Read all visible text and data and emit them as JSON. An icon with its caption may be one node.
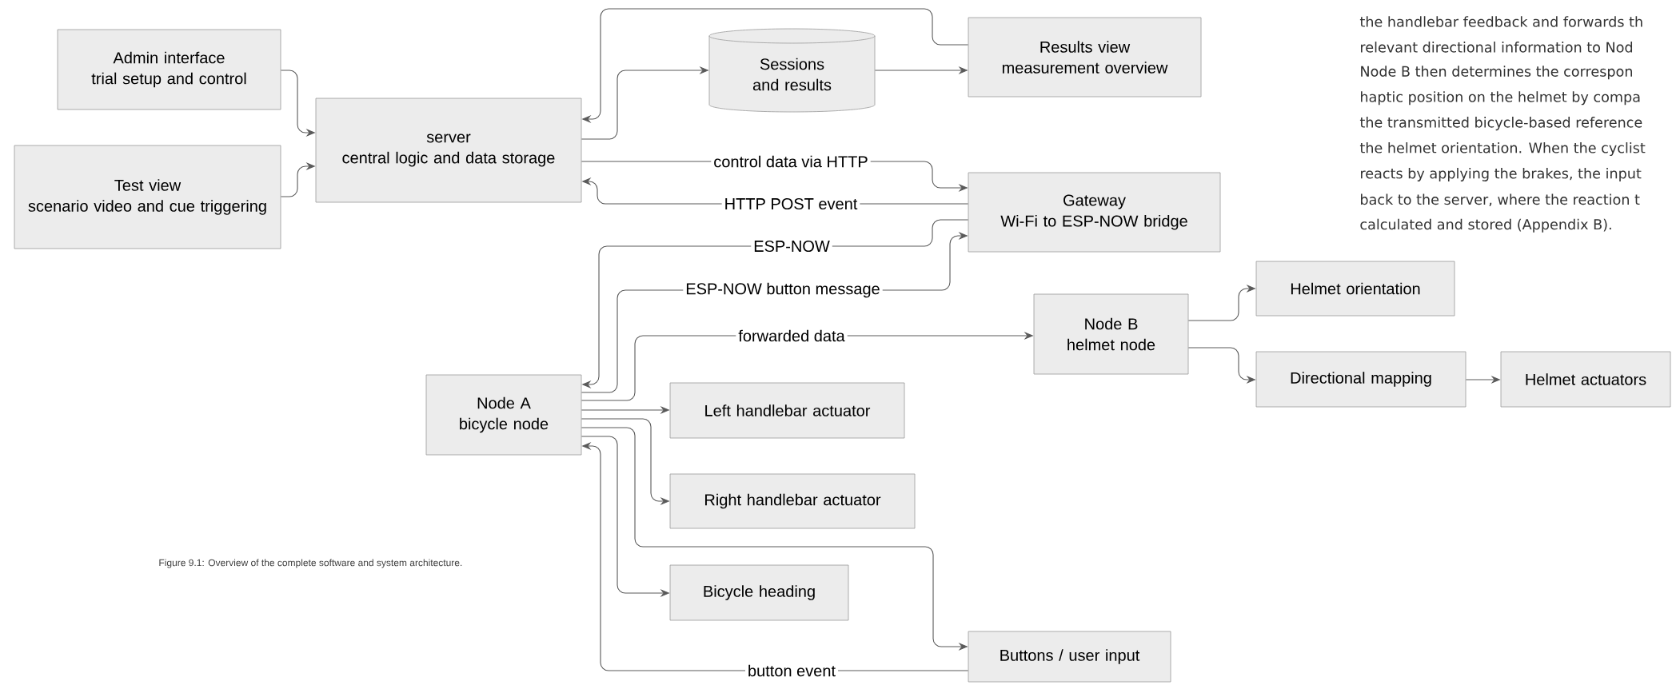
{
  "diagram": {
    "caption": "Figure 9.1: Overview of the complete software and system architecture.",
    "nodes": [
      {
        "text": [
          "Admin interface",
          "trial setup and control"
        ]
      },
      {
        "text": [
          "Test view",
          "scenario video and cue triggering"
        ]
      },
      {
        "text": [
          "server",
          "central logic and data storage"
        ]
      },
      {
        "text": [
          "Sessions and results"
        ]
      },
      {
        "text": [
          "Results view",
          "measurement overview"
        ]
      },
      {
        "text": [
          "Gateway",
          "Wi-Fi to ESP-NOW bridge"
        ]
      },
      {
        "text": [
          "Node A",
          "bicycle node"
        ]
      },
      {
        "text": [
          "Node B",
          "helmet node"
        ]
      },
      {
        "text": [
          "Helmet orientation"
        ]
      },
      {
        "text": [
          "Directional mapping"
        ]
      },
      {
        "text": [
          "Helmet actuators"
        ]
      },
      {
        "text": [
          "Left handlebar actuator"
        ]
      },
      {
        "text": [
          "Right handlebar actuator"
        ]
      },
      {
        "text": [
          "Bicycle heading"
        ]
      },
      {
        "text": [
          "Buttons / user input"
        ]
      }
    ],
    "edges": [
      {
        "from": 0,
        "to": 2,
        "arrow": "to"
      },
      {
        "from": 1,
        "to": 2,
        "arrow": "to"
      },
      {
        "from": 2,
        "to": 3,
        "arrow": "to"
      },
      {
        "from": 3,
        "to": 4,
        "arrow": "to"
      },
      {
        "from": 4,
        "to": 2,
        "arrow": "to"
      },
      {
        "from": 2,
        "to": 5,
        "arrow": "to",
        "label": "control data via HTTP"
      },
      {
        "from": 5,
        "to": 2,
        "arrow": "to",
        "label": "HTTP POST event"
      },
      {
        "from": 5,
        "to": 6,
        "arrow": "to",
        "label": "ESP-NOW"
      },
      {
        "from": 6,
        "to": 5,
        "arrow": "to",
        "label": "ESP-NOW button message"
      },
      {
        "from": 6,
        "to": 7,
        "arrow": "to",
        "label": "forwarded data"
      },
      {
        "from": 7,
        "to": 8,
        "arrow": "to"
      },
      {
        "from": 7,
        "to": 9,
        "arrow": "to"
      },
      {
        "from": 9,
        "to": 10,
        "arrow": "to"
      },
      {
        "from": 6,
        "to": 11,
        "arrow": "to"
      },
      {
        "from": 6,
        "to": 12,
        "arrow": "to"
      },
      {
        "from": 6,
        "to": 14,
        "arrow": "to"
      },
      {
        "from": 6,
        "to": 13,
        "arrow": "to"
      },
      {
        "from": 14,
        "to": 6,
        "arrow": "to",
        "label": "button event"
      }
    ],
    "labels": [
      "the handlebar feedback and forwards th",
      "relevant directional information to Nod",
      "Node B then determines the correspon",
      "haptic position on the helmet by compa",
      "the transmitted bicycle-based reference",
      "the helmet orientation. When the cyclist",
      "reacts by applying the brakes, the input",
      "back to the server, where the reaction t",
      "calculated and stored (Appendix B)."
    ]
  }
}
